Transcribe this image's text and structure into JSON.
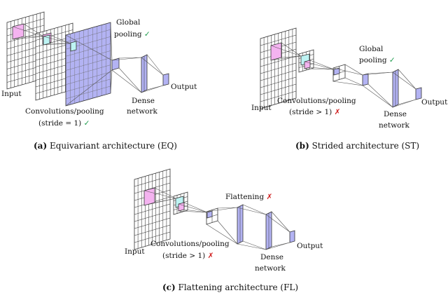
{
  "panels": {
    "eq": {
      "caption_label": "(a)",
      "caption_text": "Equivariant architecture (EQ)",
      "input": "Input",
      "conv_line1": "Convolutions/pooling",
      "conv_line2": "(stride = 1)",
      "conv_mark": "✓",
      "pool_line1": "Global",
      "pool_line2": "pooling",
      "pool_mark": "✓",
      "dense_line1": "Dense",
      "dense_line2": "network",
      "output": "Output"
    },
    "st": {
      "caption_label": "(b)",
      "caption_text": "Strided architecture (ST)",
      "input": "Input",
      "conv_line1": "Convolutions/pooling",
      "conv_line2": "(stride > 1)",
      "conv_mark": "✗",
      "pool_line1": "Global",
      "pool_line2": "pooling",
      "pool_mark": "✓",
      "dense_line1": "Dense",
      "dense_line2": "network",
      "output": "Output"
    },
    "fl": {
      "caption_label": "(c)",
      "caption_text": "Flattening architecture (FL)",
      "input": "Input",
      "conv_line1": "Convolutions/pooling",
      "conv_line2": "(stride > 1)",
      "conv_mark": "✗",
      "flat_label": "Flattening",
      "flat_mark": "✗",
      "dense_line1": "Dense",
      "dense_line2": "network",
      "output": "Output"
    }
  },
  "colors": {
    "pink": "#f4b3f0",
    "cyan": "#bdf3f3",
    "lavender": "#b3b3f3",
    "check": "#1a9a4a",
    "cross": "#d02020"
  }
}
